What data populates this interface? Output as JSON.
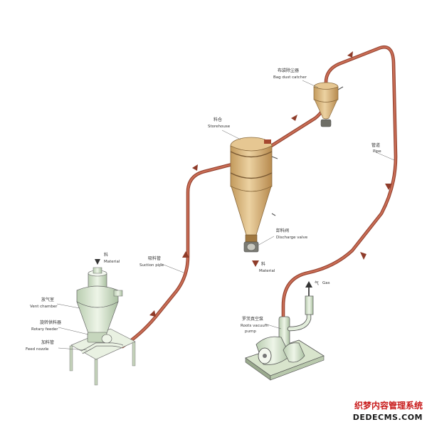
{
  "labels": {
    "bag_dust_catcher": {
      "zh": "布袋除尘器",
      "en": "Bag dust catcher"
    },
    "storehouse": {
      "zh": "料仓",
      "en": "Storehouse"
    },
    "discharge_valve": {
      "zh": "卸料阀",
      "en": "Discharge valve"
    },
    "material_out": {
      "zh": "料",
      "en": "Material"
    },
    "material_in": {
      "zh": "料",
      "en": "Material"
    },
    "suction_pipe": {
      "zh": "吸料管",
      "en": "Suction pipe"
    },
    "pipe": {
      "zh": "管道",
      "en": "Pipe"
    },
    "gas": {
      "zh": "气",
      "en": "Gas"
    },
    "roots_vacuum_pump": {
      "zh": "罗茨真空泵",
      "en": "Roots vacuum",
      "en2": "pump"
    },
    "vent_chamber": {
      "zh": "放气室",
      "en": "Vent chamber"
    },
    "rotary_feeder": {
      "zh": "旋转供料器",
      "en": "Rotary feeder"
    },
    "feed_nozzle": {
      "zh": "加料管",
      "en": "Feed nozzle"
    }
  },
  "watermark": {
    "line1": "织梦内容管理系统",
    "line2": "DEDECMS.COM"
  },
  "colors": {
    "pipe": "#b5533c",
    "hopper": "#d7b47c",
    "machine": "#e0ecd5"
  }
}
